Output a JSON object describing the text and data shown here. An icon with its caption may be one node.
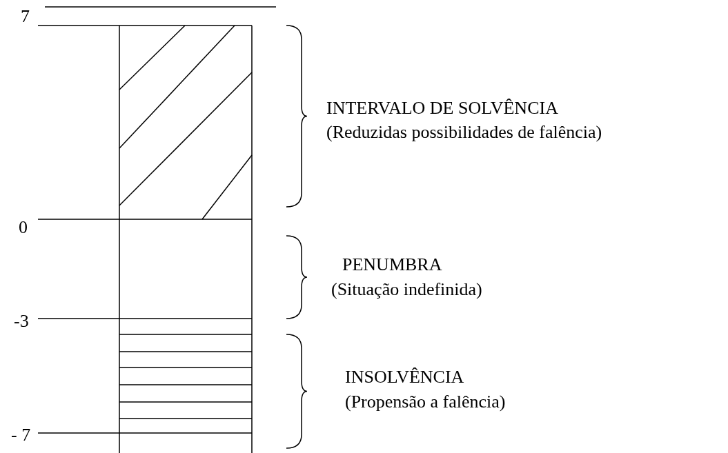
{
  "diagram": {
    "labels": [
      "7",
      "0",
      "-3",
      "- 7",
      "INTERVALO DE SOLVÊNCIA",
      "(Reduzidas possibilidades de falência)",
      "PENUMBRA",
      "(Situação indefinida)",
      "INSOLVÊNCIA",
      "(Propensão a falência)"
    ]
  }
}
